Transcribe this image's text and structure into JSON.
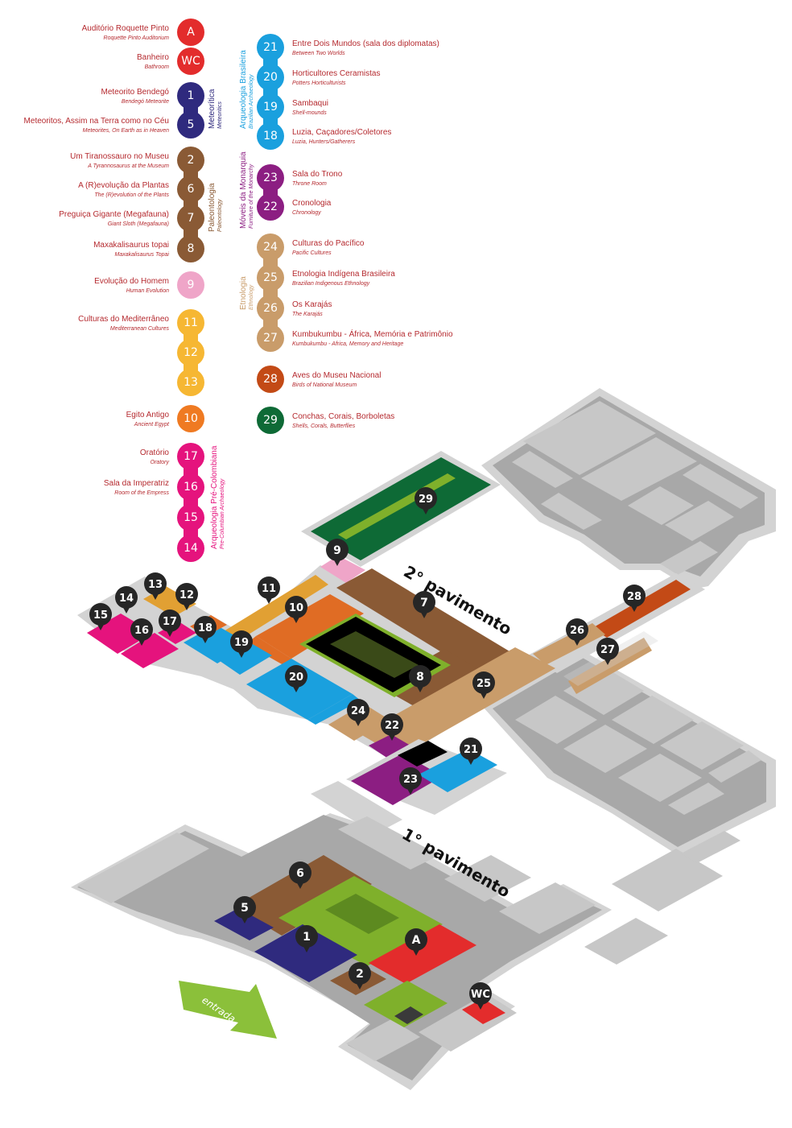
{
  "legend": {
    "left": [
      {
        "code": "A",
        "pt": "Auditório Roquette Pinto",
        "en": "Roquette Pinto Auditorium",
        "color": "#e32c2c"
      },
      {
        "code": "WC",
        "pt": "Banheiro",
        "en": "Bathroom",
        "color": "#e32c2c"
      },
      {
        "code": "1",
        "pt": "Meteorito Bendegó",
        "en": "Bendegó Meteorite",
        "color": "#2f2a7e"
      },
      {
        "code": "5",
        "pt": "Meteoritos, Assim na Terra como no Céu",
        "en": "Meteorites, On Earth as in Heaven",
        "color": "#2f2a7e"
      },
      {
        "code": "2",
        "pt": "Um Tiranossauro no Museu",
        "en": "A Tyrannosaurus at the Museum",
        "color": "#8a5a35"
      },
      {
        "code": "6",
        "pt": "A (R)evolução da Plantas",
        "en": "The (R)evolution of the Plants",
        "color": "#8a5a35"
      },
      {
        "code": "7",
        "pt": "Preguiça Gigante (Megafauna)",
        "en": "Giant Sloth (Megafauna)",
        "color": "#8a5a35"
      },
      {
        "code": "8",
        "pt": "Maxakalisaurus topai",
        "en": "Maxakalisaurus Topai",
        "color": "#8a5a35"
      },
      {
        "code": "9",
        "pt": "Evolução do Homem",
        "en": "Human Evolution",
        "color": "#efa5c8"
      },
      {
        "code": "11",
        "pt": "Culturas do Mediterrâneo",
        "en": "Mediterranean Cultures",
        "color": "#f6b733"
      },
      {
        "code": "12",
        "pt": "",
        "en": "",
        "color": "#f6b733"
      },
      {
        "code": "13",
        "pt": "",
        "en": "",
        "color": "#f6b733"
      },
      {
        "code": "10",
        "pt": "Egito Antigo",
        "en": "Ancient Egypt",
        "color": "#ef7a22"
      },
      {
        "code": "17",
        "pt": "Oratório",
        "en": "Oratory",
        "color": "#e5137d"
      },
      {
        "code": "16",
        "pt": "Sala da Imperatriz",
        "en": "Room of the Empress",
        "color": "#e5137d"
      },
      {
        "code": "15",
        "pt": "",
        "en": "",
        "color": "#e5137d"
      },
      {
        "code": "14",
        "pt": "",
        "en": "",
        "color": "#e5137d"
      }
    ],
    "right": [
      {
        "code": "21",
        "pt": "Entre Dois Mundos (sala dos diplomatas)",
        "en": "Between Two Worlds",
        "color": "#1aa0de"
      },
      {
        "code": "20",
        "pt": "Horticultores Ceramistas",
        "en": "Potters Horticulturists",
        "color": "#1aa0de"
      },
      {
        "code": "19",
        "pt": "Sambaqui",
        "en": "Shell-mounds",
        "color": "#1aa0de"
      },
      {
        "code": "18",
        "pt": "Luzia, Caçadores/Coletores",
        "en": "Luzia, Hunters/Gatherers",
        "color": "#1aa0de"
      },
      {
        "code": "23",
        "pt": "Sala do Trono",
        "en": "Throne Room",
        "color": "#8c1e82"
      },
      {
        "code": "22",
        "pt": "Cronologia",
        "en": "Chronology",
        "color": "#8c1e82"
      },
      {
        "code": "24",
        "pt": "Culturas do Pacífico",
        "en": "Pacific Cultures",
        "color": "#c99c6a"
      },
      {
        "code": "25",
        "pt": "Etnologia Indígena Brasileira",
        "en": "Brazilian Indigenous Ethnology",
        "color": "#c99c6a"
      },
      {
        "code": "26",
        "pt": "Os Karajás",
        "en": "The Karajás",
        "color": "#c99c6a"
      },
      {
        "code": "27",
        "pt": "Kumbukumbu - África, Memória e Patrimônio",
        "en": "Kumbukumbu - Africa, Memory and Heritage",
        "color": "#c99c6a"
      },
      {
        "code": "28",
        "pt": "Aves do Museu Nacional",
        "en": "Birds of National Museum",
        "color": "#c34a16"
      },
      {
        "code": "29",
        "pt": "Conchas, Corais, Borboletas",
        "en": "Shells, Corals, Butterflies",
        "color": "#0e6a36"
      }
    ],
    "groups": [
      {
        "pt": "Meteorítica",
        "en": "Meteoritics",
        "color": "#2f2a7e"
      },
      {
        "pt": "Paleontologia",
        "en": "Paleontology",
        "color": "#8a5a35"
      },
      {
        "pt": "Arqueologia Pré-Colombiana",
        "en": "Pre-Columbian Archaeology",
        "color": "#e5137d"
      },
      {
        "pt": "Arqueologia Brasileira",
        "en": "Brazilian Archaeology",
        "color": "#1aa0de"
      },
      {
        "pt": "Móveis da Monarquia",
        "en": "Furniture of the Monarchy",
        "color": "#8c1e82"
      },
      {
        "pt": "Etnologia",
        "en": "Ethnology",
        "color": "#c99c6a"
      }
    ]
  },
  "map": {
    "floor2_label": "2° pavimento",
    "floor1_label": "1° pavimento",
    "entrance_label": "entrada",
    "markers": [
      "29",
      "9",
      "11",
      "13",
      "12",
      "14",
      "15",
      "16",
      "17",
      "18",
      "19",
      "10",
      "7",
      "20",
      "8",
      "24",
      "22",
      "25",
      "21",
      "23",
      "26",
      "27",
      "28",
      "6",
      "5",
      "1",
      "A",
      "2",
      "WC"
    ]
  }
}
